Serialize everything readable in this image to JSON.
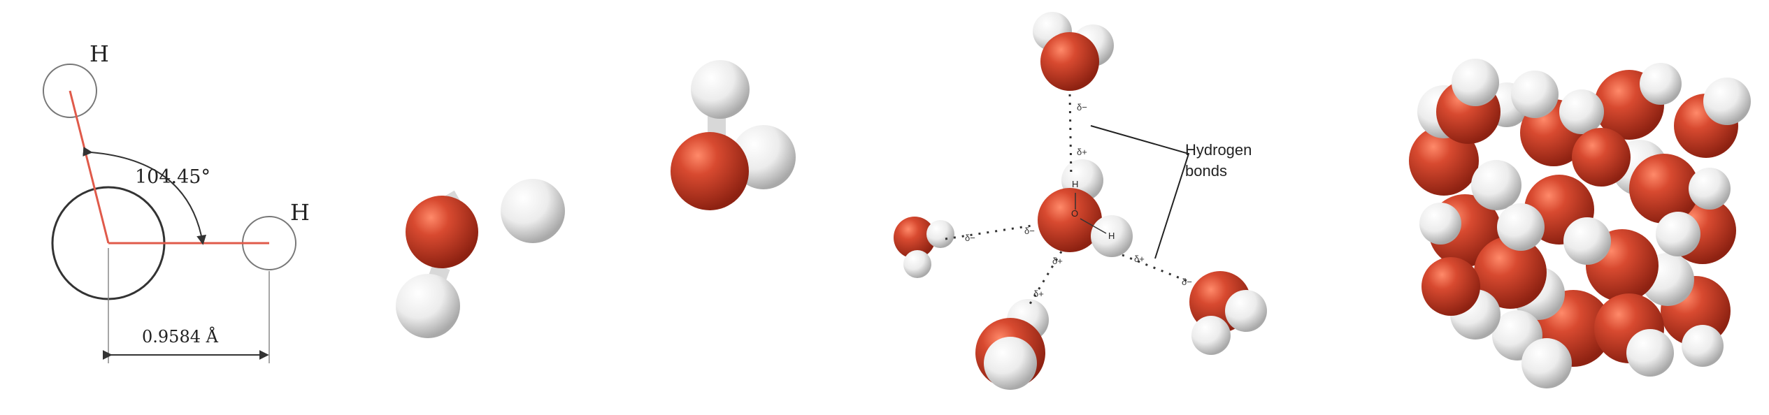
{
  "colors": {
    "oxygen": "#c8412a",
    "hydrogen": "#f2f2f2",
    "bond_line": "#e05a4a",
    "outline": "#333333",
    "background": "#ffffff"
  },
  "panel_geometry": {
    "hydrogen_left_label": "H",
    "hydrogen_right_label": "H",
    "bond_angle": "104.45°",
    "bond_length": "0.9584 Å"
  },
  "panel_hbonds": {
    "label_line1": "Hydrogen",
    "label_line2": "bonds",
    "central_h_top": "H",
    "central_o": "O",
    "central_h_right": "H",
    "delta_minus": "δ−",
    "delta_plus": "δ+"
  }
}
